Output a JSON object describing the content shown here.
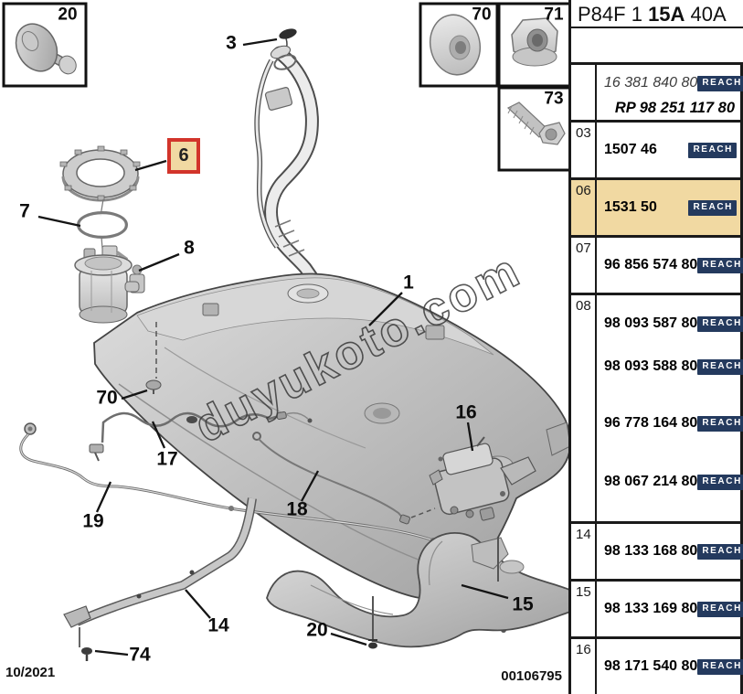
{
  "header": {
    "part1": "P84F 1",
    "part2": "15A",
    "part3": "40A"
  },
  "footer": {
    "date": "10/2021",
    "doc_number": "00106795"
  },
  "watermark": "duyukoto.com",
  "reach_label": "REACH",
  "colors": {
    "highlight": "#f1d9a2",
    "badge": "#243a5e",
    "callout_box_red": "#d2342b"
  },
  "parts_table": {
    "rows": [
      {
        "index": "",
        "highlight": false,
        "parts": [
          {
            "number": "16 381 840 80",
            "style": "italic",
            "reach": true
          },
          {
            "number": "RP 98 251 117 80",
            "style": "rp",
            "reach": false
          }
        ]
      },
      {
        "index": "03",
        "highlight": false,
        "parts": [
          {
            "number": "1507 46",
            "style": "regular",
            "reach": true
          }
        ]
      },
      {
        "index": "06",
        "highlight": true,
        "parts": [
          {
            "number": "1531 50",
            "style": "regular",
            "reach": true
          }
        ]
      },
      {
        "index": "07",
        "highlight": false,
        "parts": [
          {
            "number": "96 856 574 80",
            "style": "regular",
            "reach": true
          }
        ]
      },
      {
        "index": "08",
        "highlight": false,
        "parts": [
          {
            "number": "98 093 587 80",
            "style": "regular",
            "reach": true
          },
          {
            "number": "98 093 588 80",
            "style": "regular",
            "reach": true
          },
          {
            "number": "96 778 164 80",
            "style": "regular",
            "reach": true
          },
          {
            "number": "98 067 214 80",
            "style": "regular",
            "reach": true
          }
        ]
      },
      {
        "index": "14",
        "highlight": false,
        "parts": [
          {
            "number": "98 133 168 80",
            "style": "regular",
            "reach": true
          }
        ]
      },
      {
        "index": "15",
        "highlight": false,
        "parts": [
          {
            "number": "98 133 169 80",
            "style": "regular",
            "reach": true
          }
        ]
      },
      {
        "index": "16",
        "highlight": false,
        "parts": [
          {
            "number": "98 171 540 80",
            "style": "regular",
            "reach": true
          }
        ]
      }
    ]
  },
  "callouts": {
    "box20": {
      "label": "20"
    },
    "box70": {
      "label": "70"
    },
    "box71": {
      "label": "71"
    },
    "box73": {
      "label": "73"
    },
    "c1": {
      "label": "1"
    },
    "c3": {
      "label": "3"
    },
    "c6": {
      "label": "6"
    },
    "c7": {
      "label": "7"
    },
    "c8": {
      "label": "8"
    },
    "c70": {
      "label": "70"
    },
    "c14": {
      "label": "14"
    },
    "c15": {
      "label": "15"
    },
    "c16": {
      "label": "16"
    },
    "c17": {
      "label": "17"
    },
    "c18": {
      "label": "18"
    },
    "c19": {
      "label": "19"
    },
    "c20": {
      "label": "20"
    },
    "c74": {
      "label": "74"
    }
  }
}
